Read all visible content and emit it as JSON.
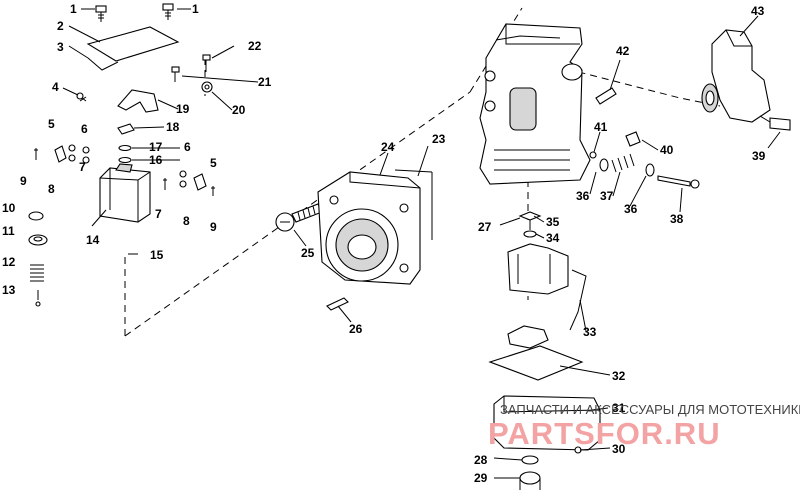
{
  "callouts": [
    {
      "id": "c1a",
      "label": "1"
    },
    {
      "id": "c1b",
      "label": "1"
    },
    {
      "id": "c2",
      "label": "2"
    },
    {
      "id": "c3",
      "label": "3"
    },
    {
      "id": "c4",
      "label": "4"
    },
    {
      "id": "c5a",
      "label": "5"
    },
    {
      "id": "c5b",
      "label": "5"
    },
    {
      "id": "c6a",
      "label": "6"
    },
    {
      "id": "c6b",
      "label": "6"
    },
    {
      "id": "c7a",
      "label": "7"
    },
    {
      "id": "c7b",
      "label": "7"
    },
    {
      "id": "c8a",
      "label": "8"
    },
    {
      "id": "c8b",
      "label": "8"
    },
    {
      "id": "c9a",
      "label": "9"
    },
    {
      "id": "c9b",
      "label": "9"
    },
    {
      "id": "c10",
      "label": "10"
    },
    {
      "id": "c11",
      "label": "11"
    },
    {
      "id": "c12",
      "label": "12"
    },
    {
      "id": "c13",
      "label": "13"
    },
    {
      "id": "c14",
      "label": "14"
    },
    {
      "id": "c15",
      "label": "15"
    },
    {
      "id": "c16",
      "label": "16"
    },
    {
      "id": "c17",
      "label": "17"
    },
    {
      "id": "c18",
      "label": "18"
    },
    {
      "id": "c19",
      "label": "19"
    },
    {
      "id": "c20",
      "label": "20"
    },
    {
      "id": "c21",
      "label": "21"
    },
    {
      "id": "c22",
      "label": "22"
    },
    {
      "id": "c23",
      "label": "23"
    },
    {
      "id": "c24",
      "label": "24"
    },
    {
      "id": "c25",
      "label": "25"
    },
    {
      "id": "c26",
      "label": "26"
    },
    {
      "id": "c27",
      "label": "27"
    },
    {
      "id": "c28",
      "label": "28"
    },
    {
      "id": "c29",
      "label": "29"
    },
    {
      "id": "c30",
      "label": "30"
    },
    {
      "id": "c31",
      "label": "31"
    },
    {
      "id": "c32",
      "label": "32"
    },
    {
      "id": "c33",
      "label": "33"
    },
    {
      "id": "c34",
      "label": "34"
    },
    {
      "id": "c35",
      "label": "35"
    },
    {
      "id": "c36a",
      "label": "36"
    },
    {
      "id": "c36b",
      "label": "36"
    },
    {
      "id": "c37",
      "label": "37"
    },
    {
      "id": "c38",
      "label": "38"
    },
    {
      "id": "c39",
      "label": "39"
    },
    {
      "id": "c40",
      "label": "40"
    },
    {
      "id": "c41",
      "label": "41"
    },
    {
      "id": "c42",
      "label": "42"
    },
    {
      "id": "c43",
      "label": "43"
    }
  ],
  "watermark": {
    "line1": "ЗАПЧАСТИ И АКСЕССУАРЫ ДЛЯ МОТОТЕХНИКИ",
    "line2": "PARTSFOR.RU",
    "color": "#f3a3a3"
  }
}
